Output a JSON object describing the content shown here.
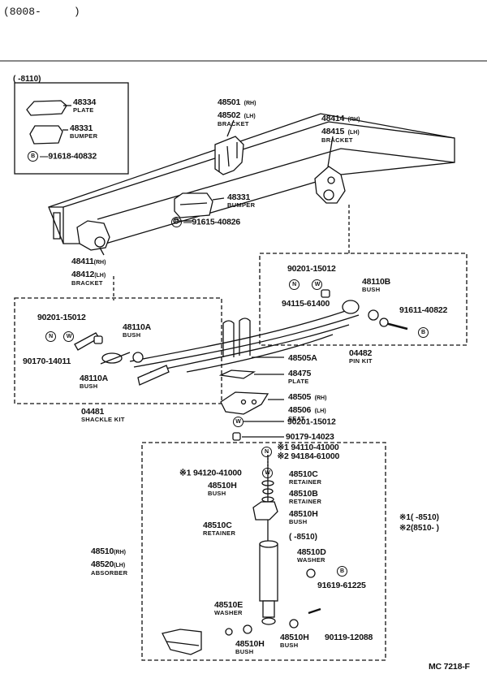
{
  "header": {
    "range_open": "(8008-",
    "range_close": ")"
  },
  "footer": {
    "code": "MC 7218-F"
  },
  "inset": {
    "range": "(      -8110)",
    "plate": {
      "no": "48334",
      "name": "PLATE"
    },
    "bumper": {
      "no": "48331",
      "name": "BUMPER"
    },
    "bolt": {
      "mark": "B",
      "no": "91618-40832"
    }
  },
  "bracket_rear": {
    "no1": "48501",
    "sfx1": "(RH)",
    "no2": "48502",
    "sfx2": "(LH)",
    "name": "BRACKET"
  },
  "bracket_front": {
    "no1": "48414",
    "sfx1": "(RH)",
    "no2": "48415",
    "sfx2": "(LH)",
    "name": "BRACKET"
  },
  "bumper_main": {
    "no": "48331",
    "name": "BUMPER"
  },
  "bumper_bolt": {
    "mark": "B",
    "no": "91615-40826"
  },
  "bracket_shackle": {
    "no1": "48411",
    "sfx1": "(RH)",
    "no2": "48412",
    "sfx2": "(LH)",
    "name": "BRACKET"
  },
  "pin_kit": {
    "washer_no": "90201-15012",
    "nut_mark": "N",
    "washer_mark": "W",
    "nut_no": "94115-61400",
    "bush_no": "48110B",
    "bush_name": "BUSH",
    "bolt_no": "91611-40822",
    "bolt_mark": "B",
    "kit_no": "04482",
    "kit_name": "PIN KIT"
  },
  "shackle_kit": {
    "washer_no": "90201-15012",
    "nut_mark": "N",
    "washer_mark": "W",
    "nut_no": "90170-14011",
    "bush_a_no": "48110A",
    "bush_a_name": "BUSH",
    "bush_b_no": "48110A",
    "bush_b_name": "BUSH",
    "kit_no": "04481",
    "kit_name": "SHACKLE KIT"
  },
  "spring": {
    "no": "48505A"
  },
  "spring_plate": {
    "no": "48475",
    "name": "PLATE"
  },
  "spring_seat": {
    "no1": "48505",
    "sfx1": "(RH)",
    "no2": "48506",
    "sfx2": "(LH)",
    "name": "SEAT"
  },
  "seat_washer": {
    "mark": "W",
    "no": "90201-15012"
  },
  "seat_nut": {
    "no": "90179-14023"
  },
  "absorber_nuts": {
    "mark": "N",
    "no1": "※1 94110-41000",
    "no2": "※2 94184-61000"
  },
  "absorber_washer": {
    "no": "※1 94120-41000",
    "mark": "W"
  },
  "retainer_c_upper": {
    "no": "48510C",
    "name": "RETAINER"
  },
  "bush_h_upper": {
    "no": "48510H",
    "name": "BUSH"
  },
  "retainer_b": {
    "no": "48510B",
    "name": "RETAINER"
  },
  "retainer_c_lower": {
    "no": "48510C",
    "name": "RETAINER"
  },
  "bush_h_mid": {
    "no": "48510H",
    "name": "BUSH"
  },
  "absorber": {
    "no1": "48510",
    "sfx1": "(RH)",
    "no2": "48520",
    "sfx2": "(LH)",
    "name": "ABSORBER"
  },
  "notes": {
    "n1": "※1(      -8510)",
    "n2": "※2(8510-      )"
  },
  "lower_range": {
    "range": "(      -8510)"
  },
  "washer_d": {
    "no": "48510D",
    "name": "WASHER"
  },
  "lower_bolt": {
    "mark": "B",
    "no": "91619-61225"
  },
  "washer_e": {
    "no": "48510E",
    "name": "WASHER"
  },
  "bush_h_low1": {
    "no": "48510H",
    "name": "BUSH"
  },
  "bush_h_low2": {
    "no": "48510H",
    "name": "BUSH"
  },
  "lower_bolt2": {
    "no": "90119-12088"
  }
}
